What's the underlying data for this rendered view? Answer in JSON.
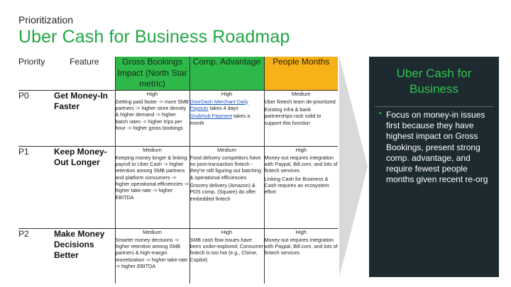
{
  "header": {
    "eyebrow": "Prioritization",
    "title": "Uber Cash for Business Roadmap"
  },
  "table": {
    "columns": {
      "priority": "Priority",
      "feature": "Feature",
      "gross_bookings": "Gross Bookings Impact (North Star metric)",
      "comp_advantage": "Comp. Advantage",
      "people_months": "People Months"
    },
    "rows": [
      {
        "priority": "P0",
        "feature": "Get Money-In Faster",
        "gross_bookings": {
          "level": "High",
          "text": "Getting paid faster -> more SMB partners -> higher store density & higher demand -> higher batch rates -> higher trips per hour -> higher gross bookings"
        },
        "comp_advantage": {
          "level": "High",
          "link1": "DoorDash Merchant Daily Payouts",
          "after1": " takes 4 days",
          "link2": "GrubHub Payment",
          "after2": " takes a month"
        },
        "people_months": {
          "level": "Medium",
          "p1": "Uber fintech team de-prioritized",
          "p2": "Existing infra & bank partnerships rock solid to support this function"
        }
      },
      {
        "priority": "P1",
        "feature": "Keep Money-Out Longer",
        "gross_bookings": {
          "level": "Medium",
          "text": "Keeping money longer & linking payroll to Uber Cash -> higher retention among SMB partners and platform consumers -> higher operational efficiencies -> higher take-rate -> higher EBITDA"
        },
        "comp_advantage": {
          "level": "Medium",
          "p1": "Food delivery competitors have no post-transaction fintech - they're still figuring out batching & operational efficiencies",
          "p2": "Grocery delivery (Amazon) & POS comp. (Square) do offer embedded fintech"
        },
        "people_months": {
          "level": "High",
          "p1": "Money-out requires integration with Paypal, Bill.com, and lots of fintech services",
          "p2": "Linking Cash for Business & Cash requires an ecosystem effort"
        }
      },
      {
        "priority": "P2",
        "feature": "Make Money Decisions Better",
        "gross_bookings": {
          "level": "Medium",
          "text": "Smarter money decisions -> higher retention among SMB partners & high-margin monetization -> higher take-rate -> higher EBITDA"
        },
        "comp_advantage": {
          "level": "High",
          "text": "SMB cash flow issues have been under-explored; Consumer fintech is too hot (e.g., Chime, Copilot)"
        },
        "people_months": {
          "level": "High",
          "text": "Money-out requires integration with Paypal, Bill.com, and lots of fintech services"
        }
      }
    ]
  },
  "sidebar": {
    "title": "Uber Cash for Business",
    "bullet": "Focus on money-in issues first because they have highest impact on Gross Bookings, present strong comp. advantage, and require fewest people months given recent re-org"
  },
  "colors": {
    "brand_green": "#1fa843",
    "header_green": "#2fb84a",
    "header_orange": "#f7b217",
    "sidebar_bg": "#1d2b30",
    "link_blue": "#1a55c4"
  }
}
